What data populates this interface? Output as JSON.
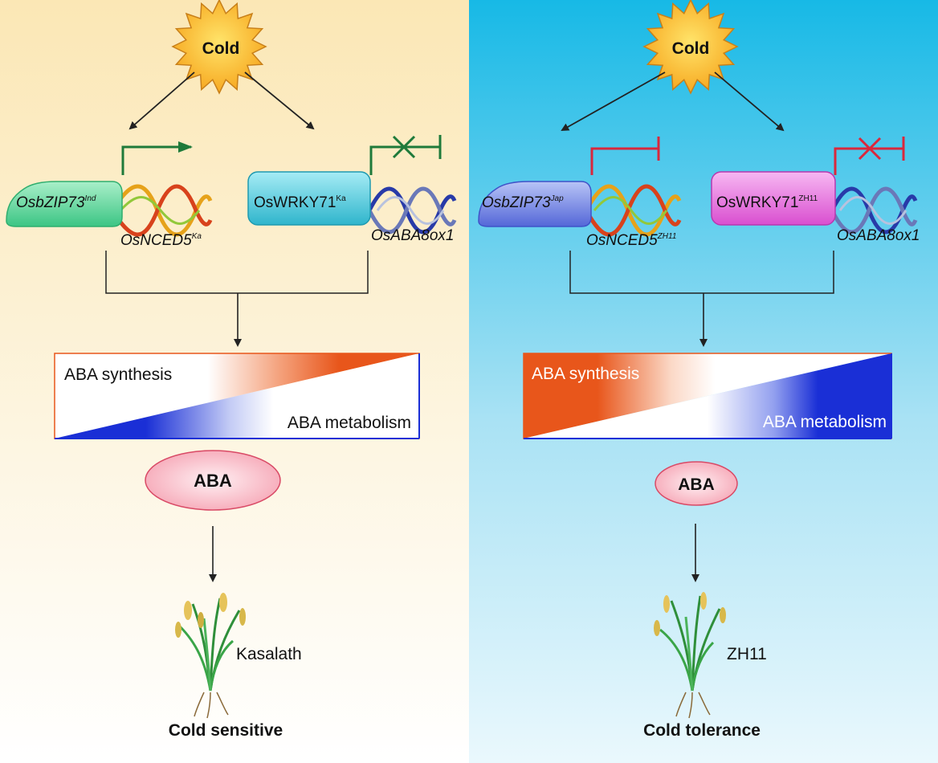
{
  "left": {
    "stimulus": "Cold",
    "tf1": {
      "name": "OsbZIP73",
      "sup": "Ind"
    },
    "target1": {
      "name": "OsNCED5",
      "sup": "Ka"
    },
    "tf2": {
      "name": "OsWRKY71",
      "sup": "Ka"
    },
    "target2": {
      "name": "OsABA8ox1"
    },
    "synthesis_label": "ABA synthesis",
    "metabolism_label": "ABA metabolism",
    "hormone": "ABA",
    "cultivar": "Kasalath",
    "phenotype": "Cold sensitive",
    "colors": {
      "bg_top": "#fbe7b5",
      "tf1": "#5fd19b",
      "tf2": "#4fc4d6",
      "arrow": "#1e7a3a"
    }
  },
  "right": {
    "stimulus": "Cold",
    "tf1": {
      "name": "OsbZIP73",
      "sup": "Jap"
    },
    "target1": {
      "name": "OsNCED5",
      "sup": "ZH11"
    },
    "tf2": {
      "name": "OsWRKY71",
      "sup": "ZH11"
    },
    "target2": {
      "name": "OsABA8ox1"
    },
    "synthesis_label": "ABA synthesis",
    "metabolism_label": "ABA metabolism",
    "hormone": "ABA",
    "cultivar": "ZH11",
    "phenotype": "Cold tolerance",
    "colors": {
      "bg_top": "#17b9e6",
      "tf1": "#6a7fe0",
      "tf2": "#e06ad9",
      "block": "#d9283c"
    }
  },
  "colors": {
    "synthesis": "#e8561b",
    "metabolism": "#1a2fd6",
    "hormone_fill": "#f8c5cf",
    "hormone_stroke": "#d94a66"
  }
}
